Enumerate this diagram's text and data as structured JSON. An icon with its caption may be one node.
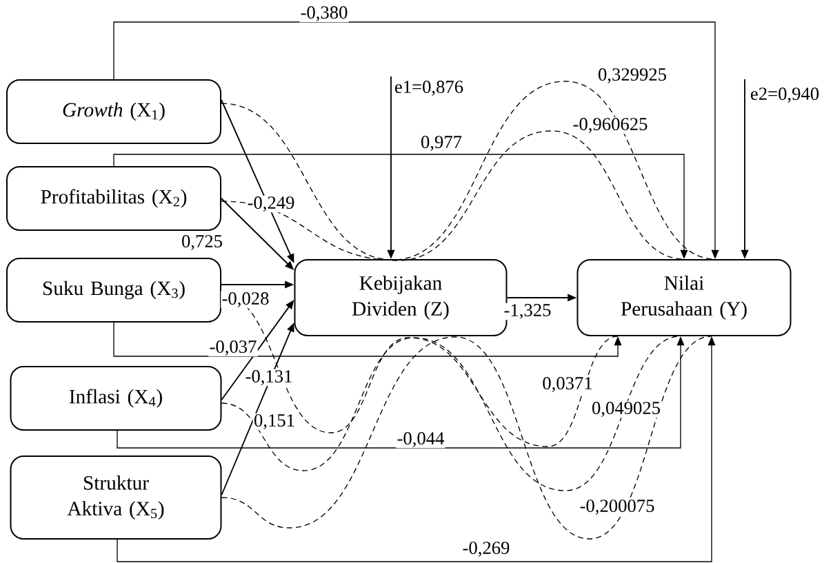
{
  "diagram": {
    "nodes": [
      {
        "text": [
          "*Growth* (X$_{1}$)"
        ]
      },
      {
        "text": [
          "Profitabilitas (X$_{2}$)"
        ]
      },
      {
        "text": [
          "Suku Bunga (X$_{3}$)"
        ]
      },
      {
        "text": [
          "Inflasi (X$_{4}$)"
        ]
      },
      {
        "text": [
          "Struktur Aktiva (X$_{5}$)"
        ]
      },
      {
        "text": [
          "Kebijakan Dividen (Z)"
        ]
      },
      {
        "text": [
          "Nilai Perusahaan (Y)"
        ]
      }
    ],
    "edges": [
      {
        "from": 0,
        "to": 6,
        "arrow": "to",
        "label": "-0,380"
      },
      {
        "from": 1,
        "to": 6,
        "arrow": "to",
        "label": "0,977"
      },
      {
        "from": 2,
        "to": 6,
        "arrow": "to",
        "label": "-0,037"
      },
      {
        "from": 3,
        "to": 6,
        "arrow": "to",
        "label": "-0,044"
      },
      {
        "from": 4,
        "to": 6,
        "arrow": "to",
        "label": "-0,269"
      },
      {
        "from": 0,
        "to": 5,
        "arrow": "to",
        "label": "-0,249"
      },
      {
        "from": 1,
        "to": 5,
        "arrow": "to",
        "label": "0,725"
      },
      {
        "from": 2,
        "to": 5,
        "arrow": "to",
        "label": "-0,028"
      },
      {
        "from": 3,
        "to": 5,
        "arrow": "to",
        "label": "-0,131"
      },
      {
        "from": 4,
        "to": 5,
        "arrow": "to",
        "label": "0,151"
      },
      {
        "from": 5,
        "to": 6,
        "arrow": "to",
        "label": "-1,325"
      },
      {
        "from": null,
        "to": 5,
        "arrow": "to",
        "label": "e1=0,876"
      },
      {
        "from": null,
        "to": 6,
        "arrow": "to",
        "label": "e2=0,940"
      },
      {
        "from": 0,
        "to": 6,
        "arrow": "none",
        "style": "dashed",
        "label": "0,329925"
      },
      {
        "from": 1,
        "to": 6,
        "arrow": "none",
        "style": "dashed",
        "label": "-0,960625"
      },
      {
        "from": 2,
        "to": 6,
        "arrow": "none",
        "style": "dashed",
        "label": "0,0371"
      },
      {
        "from": 3,
        "to": 6,
        "arrow": "none",
        "style": "dashed",
        "label": "0,049025"
      },
      {
        "from": 4,
        "to": 6,
        "arrow": "none",
        "style": "dashed",
        "label": "-0,200075"
      }
    ]
  }
}
